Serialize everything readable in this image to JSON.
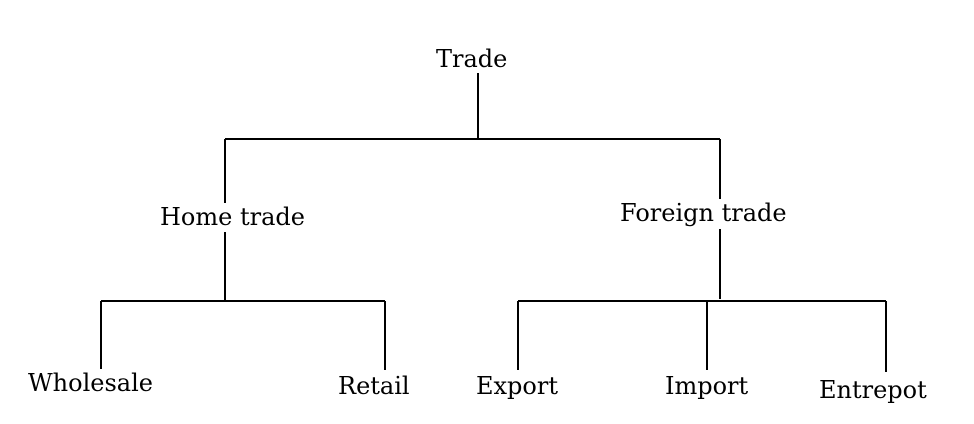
{
  "diagram": {
    "root": "Trade",
    "home": {
      "label": "Home trade",
      "children": [
        "Wholesale",
        "Retail"
      ]
    },
    "foreign": {
      "label": "Foreign trade",
      "children": [
        "Export",
        "Import",
        "Entrepot"
      ]
    }
  }
}
